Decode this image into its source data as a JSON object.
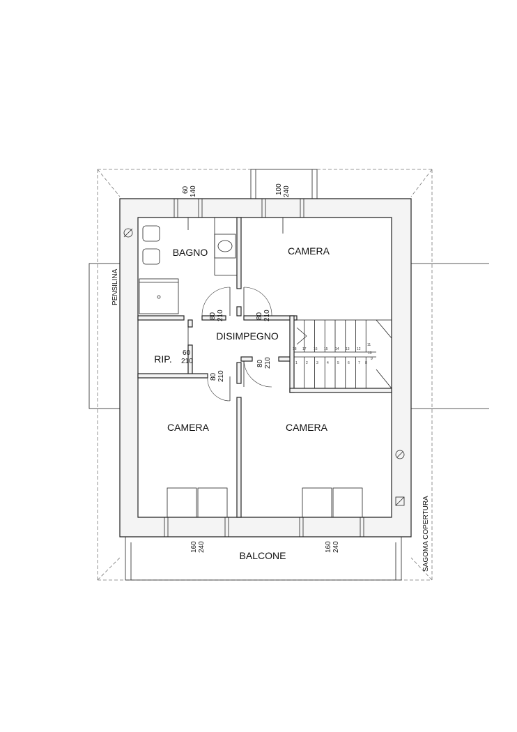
{
  "rooms": {
    "bagno": "BAGNO",
    "camera_top": "CAMERA",
    "disimpegno": "DISIMPEGNO",
    "rip": "RIP.",
    "camera_bottom_left": "CAMERA",
    "camera_bottom_right": "CAMERA",
    "balcone": "BALCONE"
  },
  "side_labels": {
    "pensilina": "PENSILINA",
    "sagoma_copertura": "SAGOMA COPERTURA"
  },
  "dimensions": {
    "win_bagno_w": "60",
    "win_bagno_h": "140",
    "win_camera_top_w": "100",
    "win_camera_top_h": "240",
    "door_bagno_w": "80",
    "door_bagno_h": "210",
    "door_camera_top_w": "80",
    "door_camera_top_h": "210",
    "door_rip_w": "60",
    "door_rip_h": "210",
    "door_camera_right_w": "80",
    "door_camera_right_h": "210",
    "door_camera_left_w": "80",
    "door_camera_left_h": "210",
    "win_bal_left_w": "160",
    "win_bal_left_h": "240",
    "win_bal_right_w": "160",
    "win_bal_right_h": "240"
  },
  "stairs": {
    "upper_steps": [
      "18",
      "17",
      "16",
      "15",
      "14",
      "13",
      "12",
      "11"
    ],
    "lower_steps": [
      "1",
      "2",
      "3",
      "4",
      "5",
      "6",
      "7",
      "8",
      "9"
    ],
    "turn_step": "10"
  }
}
